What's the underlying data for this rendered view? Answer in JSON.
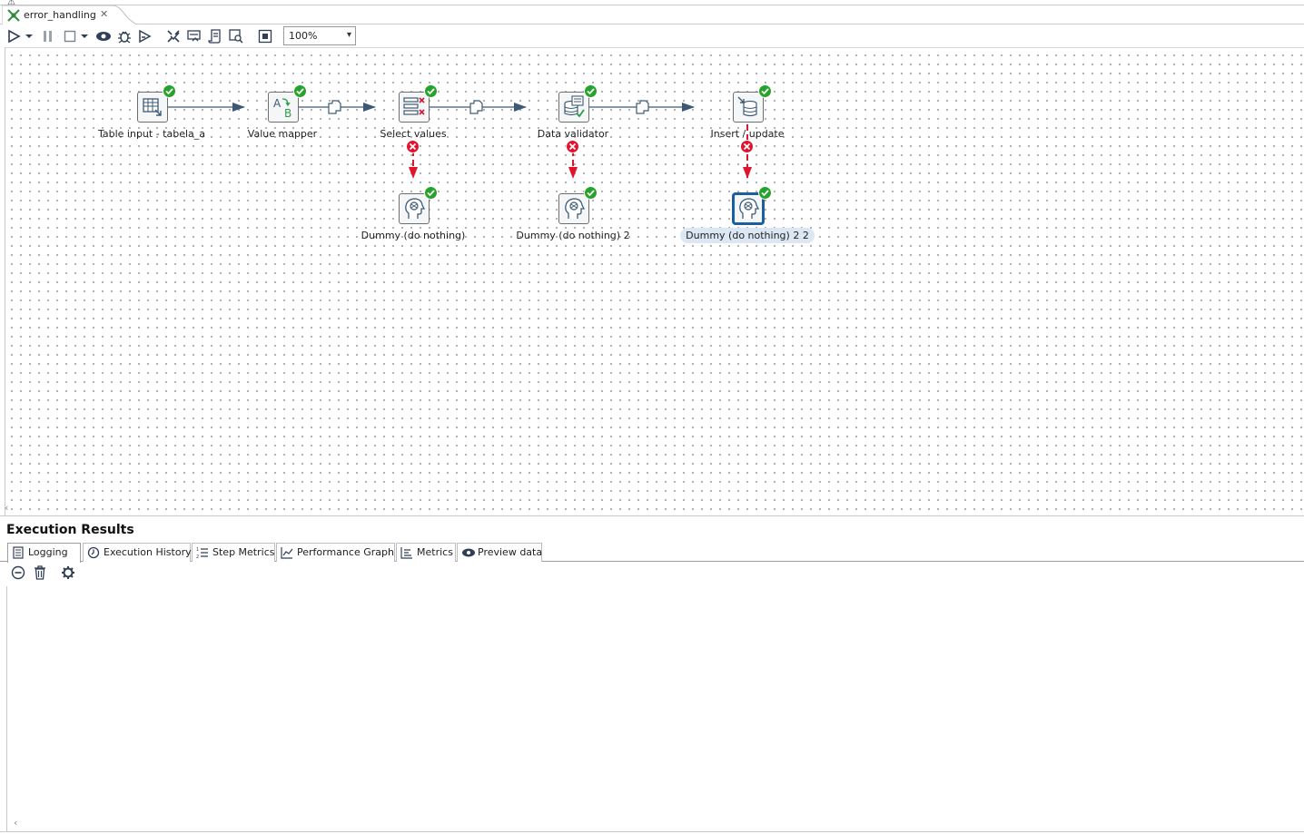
{
  "window": {
    "corner_glyph": "⚠"
  },
  "tab": {
    "label": "error_handling",
    "close_glyph": "✕"
  },
  "toolbar": {
    "zoom": "100%",
    "zoom_arrow": "▾",
    "buttons": [
      "run-icon",
      "run-dropdown-icon",
      "pause-icon",
      "stop-icon",
      "stop-dropdown-icon",
      "preview-icon",
      "debug-icon",
      "replay-icon",
      "verify-icon",
      "impact-icon",
      "sql-icon",
      "explore-db-icon",
      "grid-toggle-icon"
    ]
  },
  "canvas": {
    "scroll_glyph": "‹",
    "steps": [
      {
        "name": "table-input-step",
        "label": "Table input - tabela_a",
        "icon": "table-input-icon",
        "status": "ok"
      },
      {
        "name": "value-mapper-step",
        "label": "Value mapper",
        "icon": "value-mapper-icon",
        "status": "ok"
      },
      {
        "name": "select-values-step",
        "label": "Select values",
        "icon": "select-values-icon",
        "status": "ok"
      },
      {
        "name": "data-validator-step",
        "label": "Data validator",
        "icon": "data-validator-icon",
        "status": "ok"
      },
      {
        "name": "insert-update-step",
        "label": "Insert / update",
        "icon": "insert-update-icon",
        "status": "ok"
      },
      {
        "name": "dummy-step-1",
        "label": "Dummy (do nothing)",
        "icon": "dummy-icon",
        "status": "ok"
      },
      {
        "name": "dummy-step-2",
        "label": "Dummy (do nothing) 2",
        "icon": "dummy-icon",
        "status": "ok"
      },
      {
        "name": "dummy-step-22",
        "label": "Dummy (do nothing) 2 2",
        "icon": "dummy-icon",
        "status": "ok",
        "selected": true
      }
    ],
    "colors": {
      "hop": "#3d5a75",
      "error_hop": "#e2142c",
      "ok_badge": "#25a32a",
      "selected_border": "#1d5f9e"
    }
  },
  "results": {
    "title": "Execution Results",
    "tabs": [
      {
        "label": "Logging",
        "icon": "logging-icon",
        "active": true
      },
      {
        "label": "Execution History",
        "icon": "history-icon"
      },
      {
        "label": "Step Metrics",
        "icon": "step-metrics-icon"
      },
      {
        "label": "Performance Graph",
        "icon": "performance-graph-icon"
      },
      {
        "label": "Metrics",
        "icon": "metrics-icon"
      },
      {
        "label": "Preview data",
        "icon": "preview-data-icon"
      }
    ],
    "log_buttons": [
      "clear-log-icon",
      "delete-log-icon",
      "log-settings-icon"
    ],
    "scroll_glyph": "‹"
  }
}
